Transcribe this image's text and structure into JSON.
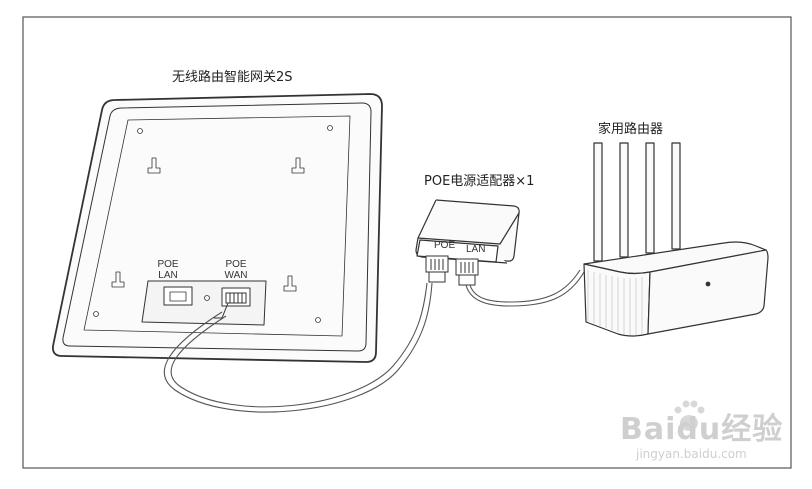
{
  "labels": {
    "gateway": "无线路由智能网关2S",
    "adapter": "POE电源适配器×1",
    "router": "家用路由器"
  },
  "gateway_ports": {
    "lan_label_line1": "POE",
    "lan_label_line2": "LAN",
    "wan_label_line1": "POE",
    "wan_label_line2": "WAN"
  },
  "adapter_ports": {
    "poe": "POE",
    "lan": "LAN"
  },
  "watermark": {
    "logo": "Baidu经验",
    "url": "jingyan.baidu.com"
  },
  "colors": {
    "line": "#333333",
    "frame": "#555555",
    "cable": "#555555",
    "watermark": "#cfcfcf"
  }
}
